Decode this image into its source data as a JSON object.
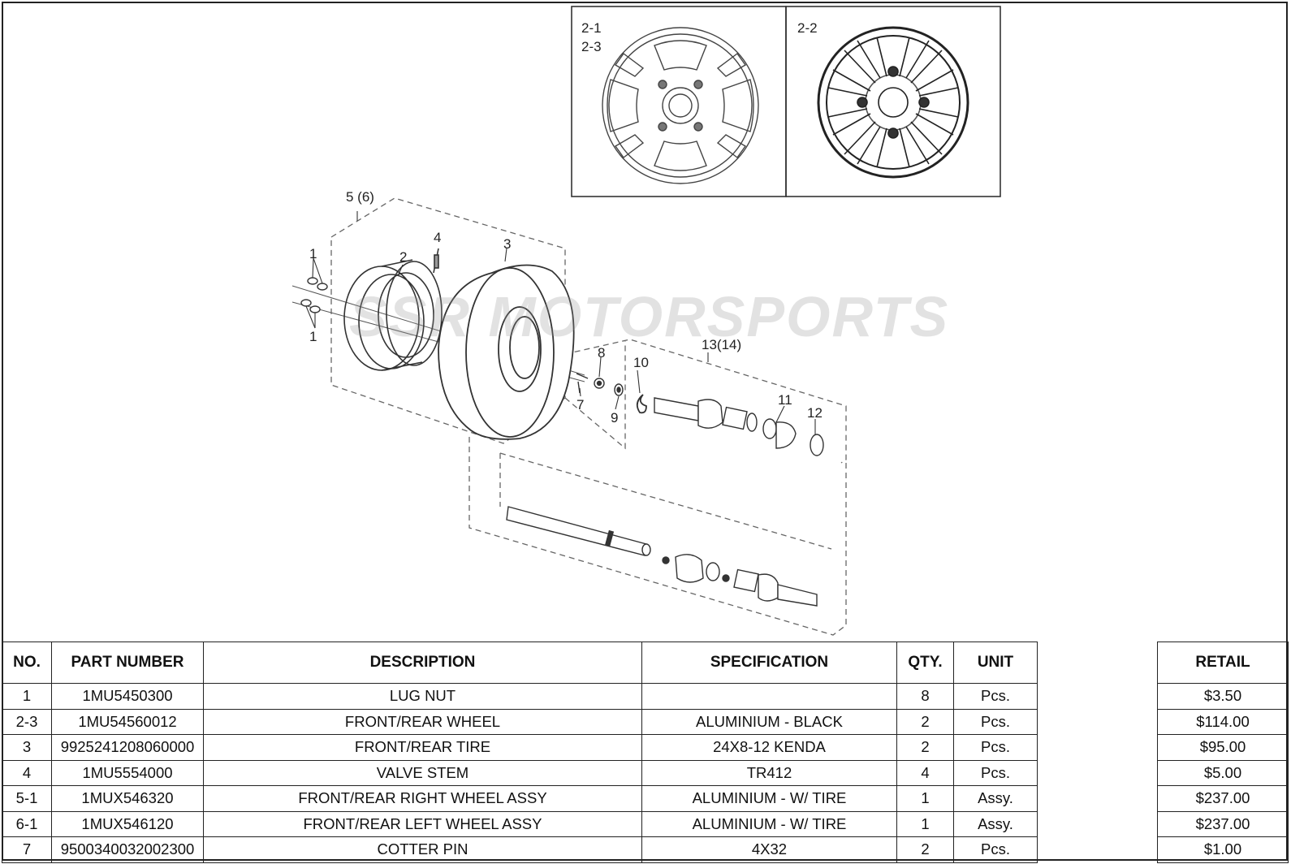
{
  "diagram": {
    "inset_labels": [
      "2-1",
      "2-3",
      "2-2"
    ],
    "callouts": {
      "c1a": "1",
      "c1b": "1",
      "c2": "2",
      "c3": "3",
      "c4": "4",
      "c5": "5 (6)",
      "c7": "7",
      "c8": "8",
      "c9": "9",
      "c10": "10",
      "c11": "11",
      "c12": "12",
      "c13": "13(14)"
    },
    "watermark": "SSR MOTORSPORTS"
  },
  "table": {
    "headers": [
      "NO.",
      "PART NUMBER",
      "DESCRIPTION",
      "SPECIFICATION",
      "QTY.",
      "UNIT",
      "",
      "RETAIL"
    ],
    "rows": [
      [
        "1",
        "1MU5450300",
        "LUG NUT",
        "",
        "8",
        "Pcs.",
        "",
        "$3.50"
      ],
      [
        "2-3",
        "1MU54560012",
        "FRONT/REAR WHEEL",
        "ALUMINIUM - BLACK",
        "2",
        "Pcs.",
        "",
        "$114.00"
      ],
      [
        "3",
        "9925241208060000",
        "FRONT/REAR TIRE",
        "24X8-12 KENDA",
        "2",
        "Pcs.",
        "",
        "$95.00"
      ],
      [
        "4",
        "1MU5554000",
        "VALVE STEM",
        "TR412",
        "4",
        "Pcs.",
        "",
        "$5.00"
      ],
      [
        "5-1",
        "1MUX546320",
        "FRONT/REAR RIGHT WHEEL ASSY",
        "ALUMINIUM - W/ TIRE",
        "1",
        "Assy.",
        "",
        "$237.00"
      ],
      [
        "6-1",
        "1MUX546120",
        "FRONT/REAR LEFT WHEEL ASSY",
        "ALUMINIUM - W/ TIRE",
        "1",
        "Assy.",
        "",
        "$237.00"
      ],
      [
        "7",
        "9500340032002300",
        "COTTER PIN",
        "4X32",
        "2",
        "Pcs.",
        "",
        "$1.00"
      ]
    ]
  }
}
